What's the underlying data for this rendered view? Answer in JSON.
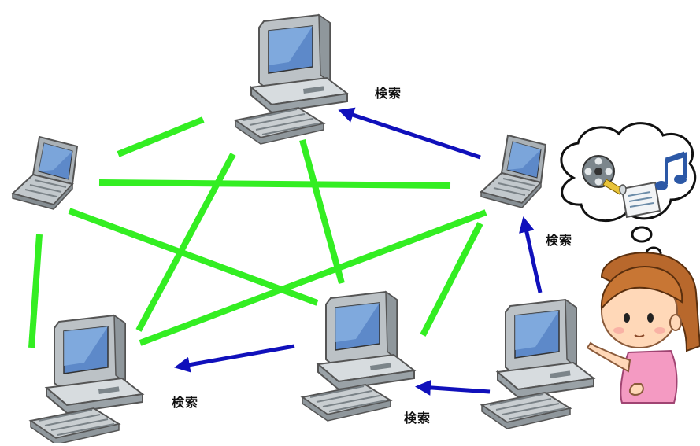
{
  "diagram": {
    "search_labels": [
      "検索",
      "検索",
      "検索",
      "検索"
    ],
    "colors": {
      "peer_link": "#33ee22",
      "search_arrow": "#1010bb",
      "background": "#ffffff"
    },
    "thought_bubble_icons": [
      "film-reel-icon",
      "document-scroll-icon",
      "music-note-icon"
    ]
  }
}
